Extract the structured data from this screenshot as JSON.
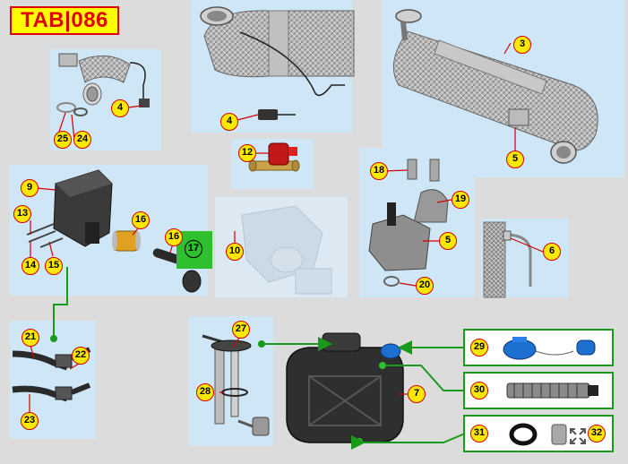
{
  "title": "TAB|086",
  "callouts": {
    "c3": "3",
    "c4a": "4",
    "c4b": "4",
    "c5a": "5",
    "c5b": "5",
    "c6": "6",
    "c7": "7",
    "c9": "9",
    "c10": "10",
    "c12": "12",
    "c13": "13",
    "c14": "14",
    "c15": "15",
    "c16a": "16",
    "c16b": "16",
    "c17": "17",
    "c18": "18",
    "c19": "19",
    "c20": "20",
    "c21": "21",
    "c22": "22",
    "c23": "23",
    "c24": "24",
    "c25": "25",
    "c27": "27",
    "c28": "28",
    "c29": "29",
    "c30": "30",
    "c31": "31",
    "c32": "32"
  },
  "colors": {
    "panel": "#cfe6f7",
    "background": "#dcdcdc",
    "callout_fill": "#ffe800",
    "callout_border": "#d00000",
    "leader": "#d00000",
    "connector": "#1a9a1a",
    "title_fill": "#ffff00",
    "title_border": "#e00000",
    "highlight": "#2ec02e",
    "accent_blue": "#1d6fd0"
  },
  "icons": {
    "expand": "expand-arrows-icon"
  }
}
